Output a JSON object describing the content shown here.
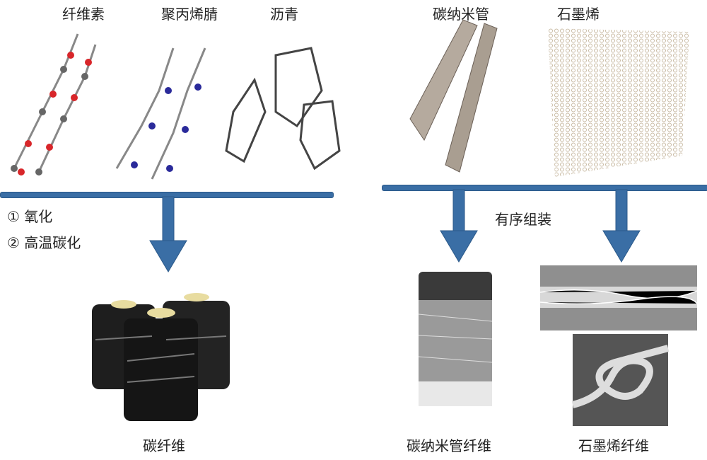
{
  "precursors": {
    "cellulose": "纤维素",
    "pan": "聚丙烯腈",
    "pitch": "沥青"
  },
  "nanomaterials": {
    "cnt": "碳纳米管",
    "graphene": "石墨烯"
  },
  "process_steps": [
    "① 氧化",
    "② 高温碳化"
  ],
  "assembly_label": "有序组装",
  "products": {
    "carbon_fiber": "碳纤维",
    "cnt_fiber": "碳纳米管纤维",
    "graphene_fiber": "石墨烯纤维"
  },
  "colors": {
    "arrow": "#3a6ea5",
    "oxygen": "#d8262a",
    "nitrogen": "#2a2a9a",
    "carbon": "#777777"
  }
}
